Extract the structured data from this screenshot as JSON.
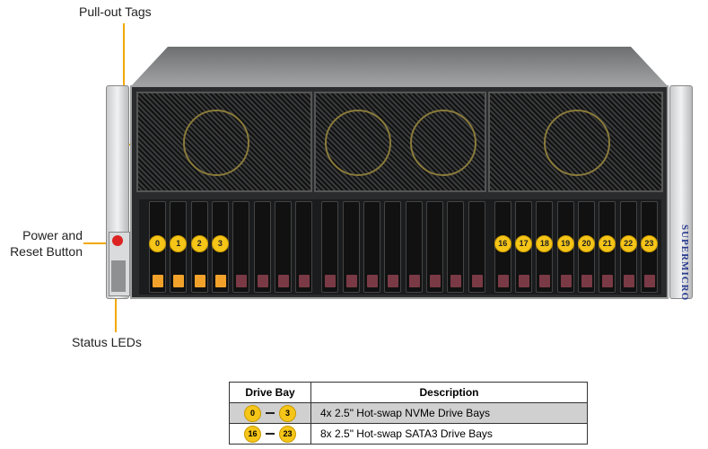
{
  "callouts": {
    "pull_out_tags": "Pull-out Tags",
    "power_reset_line1": "Power and",
    "power_reset_line2": "Reset Button",
    "status_leds": "Status LEDs"
  },
  "brand": "SUPERMICRO",
  "drive_bays": {
    "labeled": [
      "0",
      "1",
      "2",
      "3",
      "16",
      "17",
      "18",
      "19",
      "20",
      "21",
      "22",
      "23"
    ],
    "highlighted": [
      "0",
      "1",
      "2",
      "3"
    ],
    "total": 24
  },
  "table": {
    "headers": [
      "Drive Bay",
      "Description"
    ],
    "rows": [
      {
        "from": "0",
        "to": "3",
        "description": "4x 2.5\" Hot-swap NVMe Drive Bays"
      },
      {
        "from": "16",
        "to": "23",
        "description": "8x 2.5\" Hot-swap SATA3 Drive Bays"
      }
    ]
  },
  "colors": {
    "callout": "#f2a900",
    "badge": "#f5c518",
    "nvme_latch": "#f2a22a"
  }
}
